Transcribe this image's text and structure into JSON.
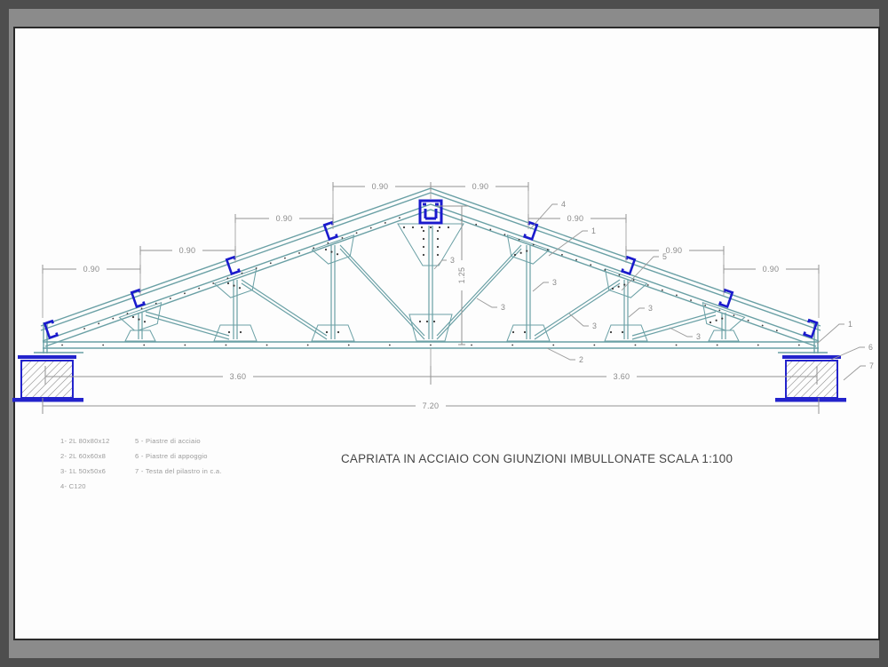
{
  "title": {
    "main": "CAPRIATA IN ACCIAIO CON GIUNZIONI IMBULLONATE",
    "scale": "SCALA 1:100"
  },
  "dimensions": {
    "panel": "0.90",
    "height": "1.25",
    "half_span": "3.60",
    "span": "7.20"
  },
  "callouts": {
    "c1": "1",
    "c2": "2",
    "c3": "3",
    "c4": "4",
    "c5": "5",
    "c6": "6",
    "c7": "7"
  },
  "legend": {
    "col1": [
      "1-  2L 80x80x12",
      "2-  2L 60x60x8",
      "3-  1L 50x50x6",
      "4-  C120"
    ],
    "col2": [
      "5 -  Piastre di acciaio",
      "6 -  Piastre di appoggio",
      "7 -  Testa del pilastro in c.a."
    ]
  },
  "colors": {
    "member_teal": "#6aa0a5",
    "steel_blue": "#1a1acd",
    "dimension_gray": "#8f8f8f",
    "canvas_gray": "#8b8b8b",
    "sheet_white": "#fdfdfd",
    "sheet_border": "#2a2a2a"
  }
}
